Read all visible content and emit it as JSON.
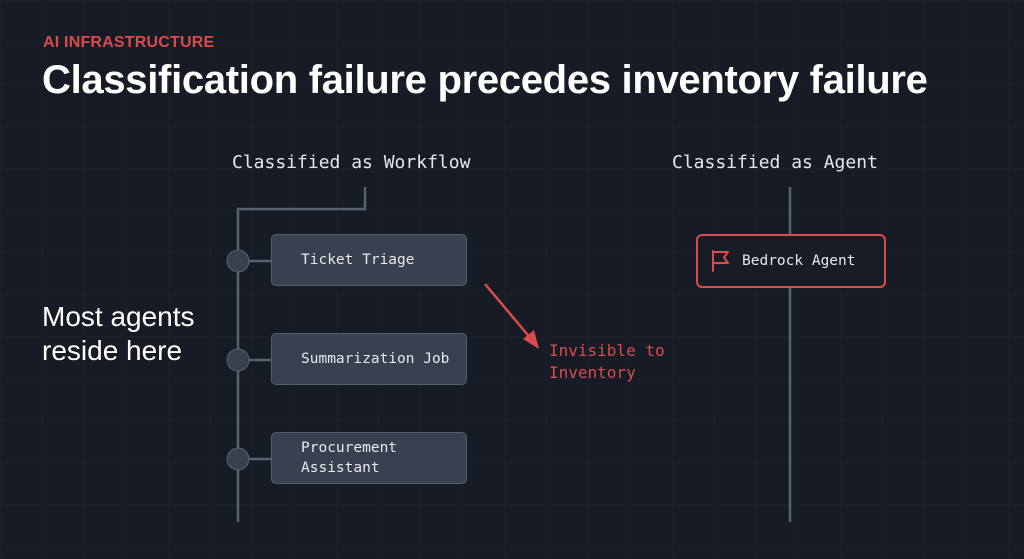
{
  "header": {
    "eyebrow": "AI INFRASTRUCTURE",
    "title": "Classification failure precedes inventory failure"
  },
  "columns": {
    "workflow_heading": "Classified as Workflow",
    "agent_heading": "Classified as Agent"
  },
  "side_note": "Most agents reside here",
  "workflow_nodes": [
    {
      "label": "Ticket Triage"
    },
    {
      "label": "Summarization Job"
    },
    {
      "label": "Procurement\nAssistant"
    }
  ],
  "callout": {
    "label": "Invisible to Inventory"
  },
  "agent_nodes": [
    {
      "label": "Bedrock Agent",
      "icon": "flag-icon"
    }
  ],
  "colors": {
    "background": "#161b26",
    "text": "#ffffff",
    "mono_text": "#e6e8ec",
    "accent_red": "#d94c4c",
    "line_gray": "#5a606e",
    "node_fill": "#3a4050"
  }
}
